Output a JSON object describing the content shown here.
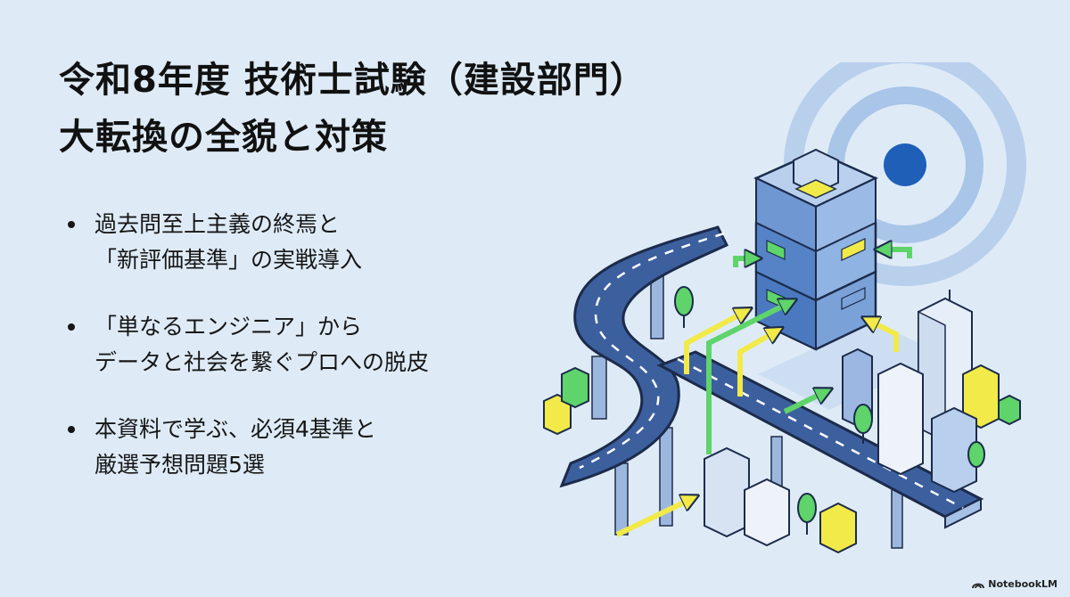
{
  "slide": {
    "title_line1": "令和8年度 技術士試験（建設部門）",
    "title_line2": "大転換の全貌と対策",
    "bullets": [
      {
        "line1": "過去問至上主義の終焉と",
        "line2": "「新評価基準」の実戦導入"
      },
      {
        "line1": "「単なるエンジニア」から",
        "line2": "データと社会を繋ぐプロへの脱皮"
      },
      {
        "line1": "本資料で学ぶ、必須4基準と",
        "line2": "厳選予想問題5選"
      }
    ]
  },
  "branding": {
    "logo_text": "NotebookLM",
    "icon": "notebooklm-logo-icon"
  },
  "colors": {
    "background": "#deebf7",
    "road": "#3c5f9e",
    "outline": "#1c2b4a",
    "accent_green": "#5ed46a",
    "accent_yellow": "#f1ea48",
    "signal_blue": "#1f5fb8"
  },
  "illustration": {
    "icon": "isometric-smart-city-icon"
  }
}
